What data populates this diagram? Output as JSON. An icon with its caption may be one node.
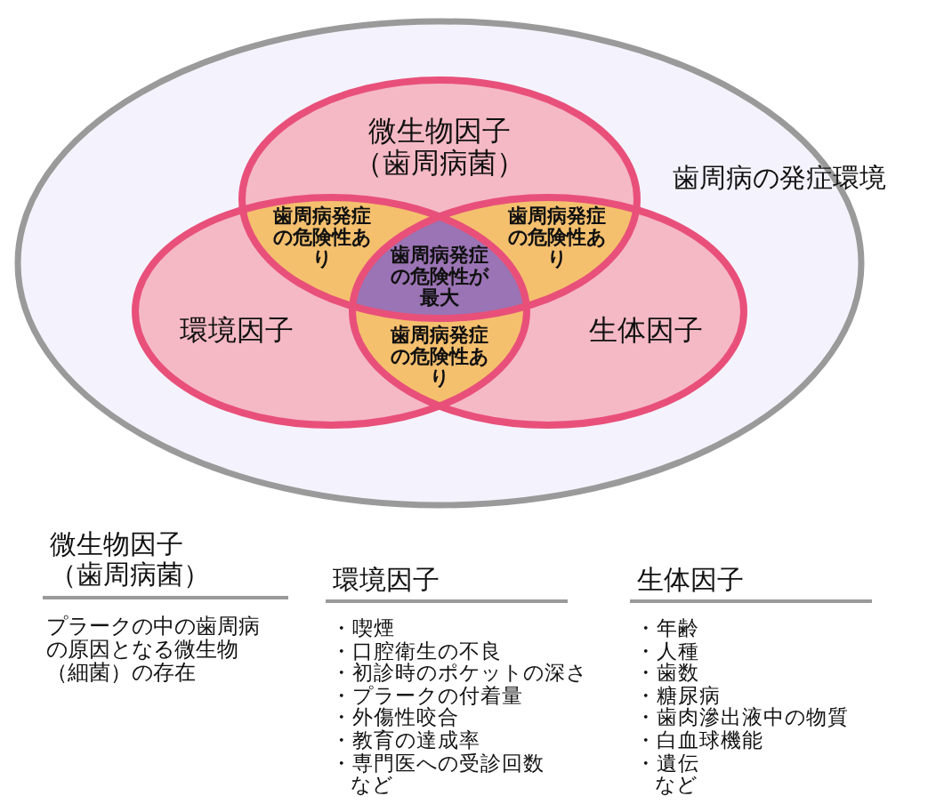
{
  "diagram": {
    "nodes": [
      {
        "text": [
          "歯周病の発症環境"
        ]
      },
      {
        "text": [
          "微生物因子（歯周病菌）"
        ],
        "in": 0
      },
      {
        "text": [
          "環境因子"
        ],
        "in": 0
      },
      {
        "text": [
          "生体因子"
        ],
        "in": 0
      },
      {
        "text": [
          "歯周病発症の危険性あり"
        ],
        "in": 0
      },
      {
        "text": [
          "歯周病発症の危険性あり"
        ],
        "in": 0
      },
      {
        "text": [
          "歯周病発症の危険性あり"
        ],
        "in": 0
      },
      {
        "text": [
          "歯周病発症の危険性が最大"
        ],
        "in": 0
      }
    ],
    "labels": [
      "微生物因子（歯周病菌）",
      "環境因子",
      "生体因子",
      "プラークの中の歯周病の原因となる微生物（細菌）の存在",
      "・喫煙",
      "・口腔衛生の不良",
      "・初診時のポケットの深さ",
      "・プラークの付着量",
      "・外傷性咬合",
      "・教育の達成率",
      "・専門医への受診回数",
      "など",
      "・年齢",
      "・人種",
      "・歯数",
      "・糖尿病",
      "・歯肉滲出液中の物質",
      "・白血球機能",
      "・遺伝",
      "など"
    ]
  }
}
